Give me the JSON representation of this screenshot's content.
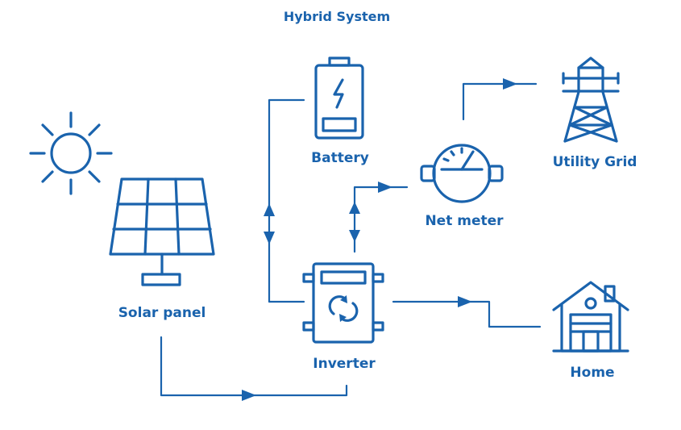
{
  "title": "Hybrid System",
  "nodes": {
    "solar_panel": "Solar panel",
    "battery": "Battery",
    "inverter": "Inverter",
    "net_meter": "Net meter",
    "utility_grid": "Utility Grid",
    "home": "Home"
  },
  "icons": {
    "sun": "sun-icon",
    "solar_panel": "solar-panel-icon",
    "battery": "battery-icon",
    "inverter": "inverter-icon",
    "net_meter": "meter-icon",
    "utility_grid": "transmission-tower-icon",
    "home": "house-icon"
  },
  "colors": {
    "primary": "#1a63ad",
    "background": "#ffffff"
  }
}
